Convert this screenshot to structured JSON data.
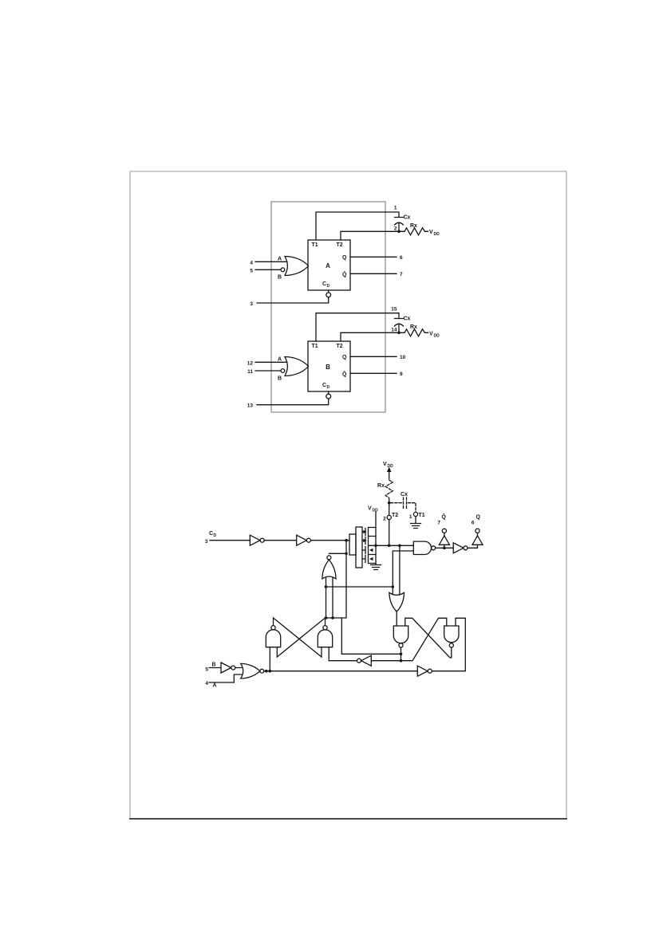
{
  "page": {
    "background": "#ffffff",
    "ink": "#141414",
    "frame_color": "#9a9a9a"
  },
  "functional_diagram": {
    "section_a": {
      "block": "A",
      "t1": "T1",
      "t2": "T2",
      "q": "Q",
      "qbar": "Q̄",
      "cd_main": "C",
      "cd_sub": "D",
      "in_a": "A",
      "in_b": "B",
      "cx": "Cx",
      "rx": "Rx",
      "vdd_main": "V",
      "vdd_sub": "DD",
      "pin_t1": "1",
      "pin_rc": "2",
      "pin_cd": "3",
      "pin_a": "4",
      "pin_b": "5",
      "pin_q": "6",
      "pin_qbar": "7"
    },
    "section_b": {
      "block": "B",
      "t1": "T1",
      "t2": "T2",
      "q": "Q",
      "qbar": "Q̄",
      "cd_main": "C",
      "cd_sub": "D",
      "in_a": "A",
      "in_b": "B",
      "cx": "Cx",
      "rx": "Rx",
      "vdd_main": "V",
      "vdd_sub": "DD",
      "pin_t1": "15",
      "pin_rc": "14",
      "pin_cd": "13",
      "pin_a": "12",
      "pin_b": "11",
      "pin_q": "10",
      "pin_qbar": "9"
    }
  },
  "logic_diagram": {
    "vdd_main": "V",
    "vdd_sub": "DD",
    "rx": "Rx",
    "cx": "Cx",
    "vdd2_main": "V",
    "vdd2_sub": "DD",
    "t2_label": "T2",
    "t2_pin": "2",
    "t1_label": "T1",
    "t1_pin": "1",
    "qbar_label": "Q̄",
    "qbar_pin": "7",
    "q_label": "Q",
    "q_pin": "6",
    "cd_main": "C",
    "cd_sub": "D",
    "cd_pin": "3",
    "b_label": "B",
    "b_pin": "5",
    "a_label": "A",
    "a_pin": "4"
  }
}
